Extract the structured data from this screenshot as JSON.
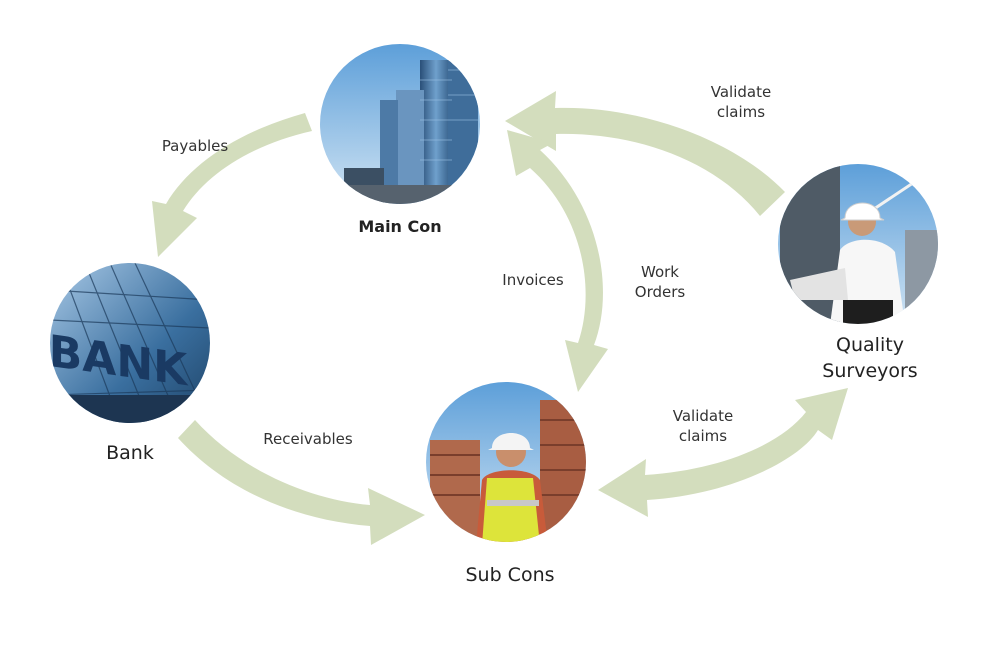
{
  "colors": {
    "arrow": "#d3ddbd",
    "sky": "#7fb6e3",
    "glass": "#3d6e9e"
  },
  "nodes": {
    "main_con": {
      "label": "Main Con",
      "icon": "skyscraper-photo"
    },
    "bank": {
      "label": "Bank",
      "icon": "bank-building-photo",
      "sign": "BANK"
    },
    "sub_cons": {
      "label": "Sub Cons",
      "icon": "construction-worker-photo"
    },
    "quality_surveyors": {
      "label": "Quality\nSurveyors",
      "icon": "surveyor-photo"
    }
  },
  "edges": {
    "payables": "Payables",
    "validate_claims_top": "Validate\nclaims",
    "invoices": "Invoices",
    "work_orders": "Work\nOrders",
    "receivables": "Receivables",
    "validate_claims_bottom": "Validate\nclaims"
  }
}
